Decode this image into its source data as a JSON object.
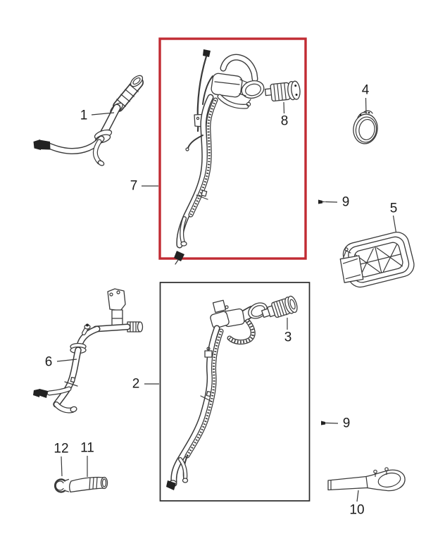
{
  "diagram": {
    "background_color": "#ffffff",
    "line_color": "#3a3a3a",
    "label_color": "#1c1c1c",
    "highlight_box": {
      "color": "#c12b33"
    },
    "outline_box": {
      "color": "#2a2a2a"
    },
    "callouts": {
      "c1": {
        "label": "1"
      },
      "c2": {
        "label": "2"
      },
      "c3": {
        "label": "3"
      },
      "c4": {
        "label": "4"
      },
      "c5": {
        "label": "5"
      },
      "c6": {
        "label": "6"
      },
      "c7": {
        "label": "7"
      },
      "c8": {
        "label": "8"
      },
      "c9_top": {
        "label": "9"
      },
      "c9_bottom": {
        "label": "9"
      },
      "c10": {
        "label": "10"
      },
      "c11": {
        "label": "11"
      },
      "c12": {
        "label": "12"
      }
    }
  }
}
